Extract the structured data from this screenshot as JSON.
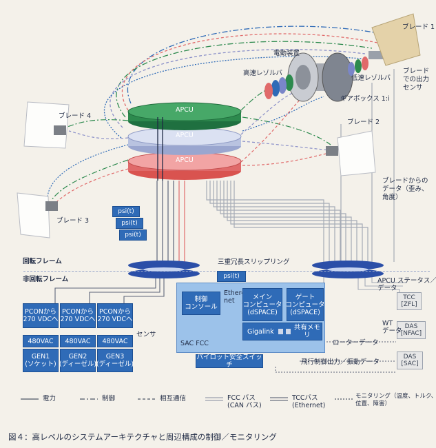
{
  "labels": {
    "blade1": "ブレード 1",
    "blade2": "ブレード 2",
    "blade3": "ブレード 3",
    "blade4": "ブレード 4",
    "motor": "電動装置",
    "fast_resolver": "高速レゾルバ",
    "slow_resolver": "低速レゾルバ",
    "gearbox": "ギアボックス 1:i",
    "blade_out_sensor": "ブレード\nでの出力\nセンサ",
    "blade_data": "ブレードからの\nデータ（歪み、\n角度）",
    "rotating_frame": "回転フレーム",
    "nonrotating_frame": "非回転フレーム",
    "slipring": "三重冗長スリップリング",
    "apcu_status": "APCU ステータス／\nデータ",
    "wt_data": "WT\nデータ",
    "rotor_data": "ローターデータ",
    "flight_ctrl": "飛行制御出力／振動データ",
    "sensor": "センサ",
    "ethernet": "Ether-\nnet"
  },
  "apcu": [
    "APCU",
    "APCU",
    "APCU"
  ],
  "psi": [
    "psi(t)",
    "psi(t)",
    "psi(t)",
    "psi(t)"
  ],
  "boxes": {
    "control_console": "制御\nコンソール",
    "main_computer": "メイン\nコンピュータ\n(dSPACE)",
    "gate_computer": "ゲート\nコンピュータ\n(dSPACE)",
    "gigalink": "Gigalink",
    "shared_memory": "共有メモリ",
    "sac_fcc": "SAC FCC",
    "pilot_switch": "パイロット安全スイッチ",
    "tcc": "TCC\n[ZFL]",
    "das_nfac": "DAS\n[NFAC]",
    "das_sac": "DAS\n[SAC]"
  },
  "pcon": [
    "PCONから\n270 VDCへ",
    "PCONから\n270 VDCへ",
    "PCONから\n270 VDCへ"
  ],
  "vac": [
    "480VAC",
    "480VAC",
    "480VAC"
  ],
  "gen": [
    "GEN1\n(ソケット)",
    "GEN2\n(ディーゼル)",
    "GEN3\n(ディーゼル)"
  ],
  "legend": [
    {
      "label": "電力",
      "style": "solid",
      "color": "#4b5563"
    },
    {
      "label": "制御",
      "style": "dashdot",
      "color": "#4b5563"
    },
    {
      "label": "相互通信",
      "style": "dashed",
      "color": "#4b5563"
    },
    {
      "label": "FCC バス\n(CAN バス)",
      "style": "double",
      "color": "#9aa1ad"
    },
    {
      "label": "TCCバス\n(Ethernet)",
      "style": "double",
      "color": "#6b7280"
    },
    {
      "label": "モニタリング（温度、トルク、\n位置、障害）",
      "style": "dotted",
      "color": "#4b5563"
    }
  ],
  "caption": "図４：高レベルのシステムアーキテクチャと周辺構成の制御／モニタリング",
  "colors": {
    "green": "#2d8a4e",
    "lavender": "#b9c3e0",
    "red": "#e06a6a",
    "blue": "#2f6bb7",
    "navy": "#1d3f8f"
  }
}
